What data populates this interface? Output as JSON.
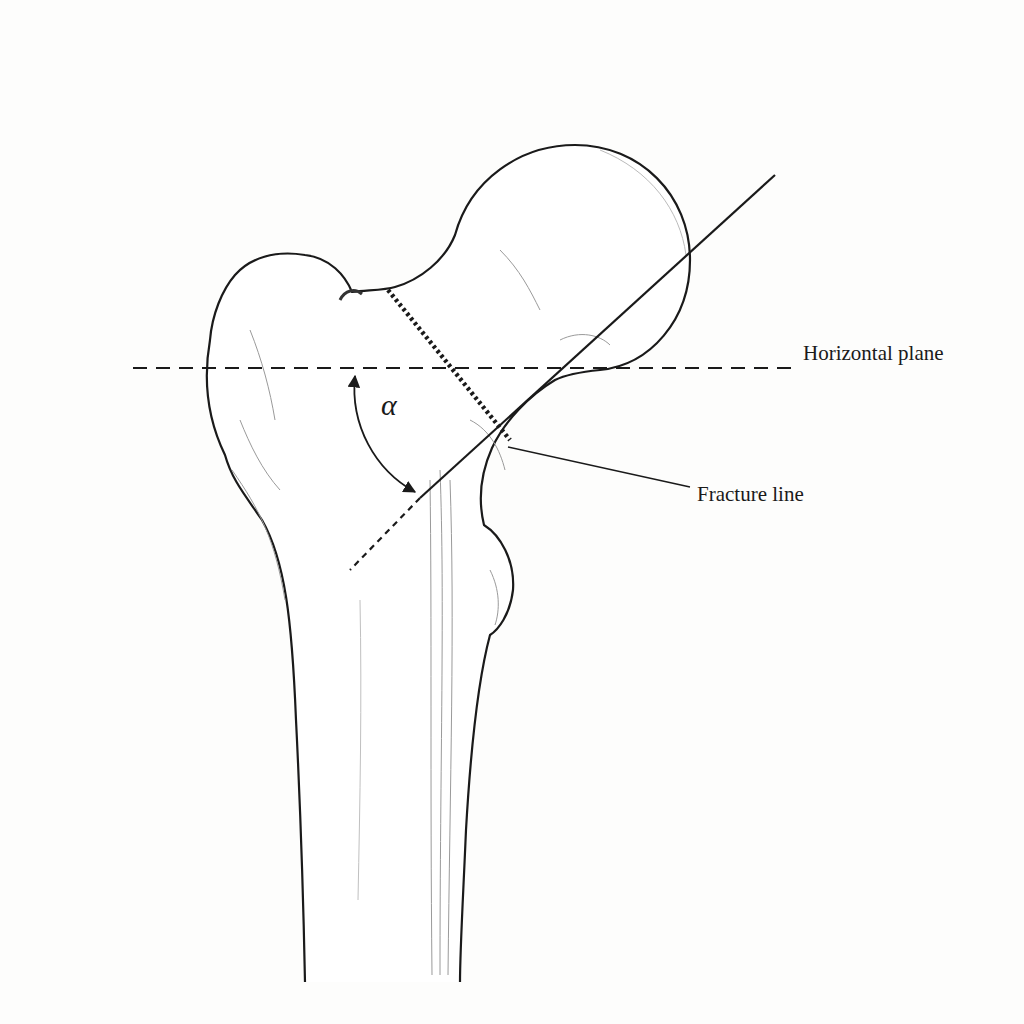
{
  "diagram": {
    "labels": [
      "α",
      "Horizontal plane",
      "Fracture line"
    ]
  }
}
